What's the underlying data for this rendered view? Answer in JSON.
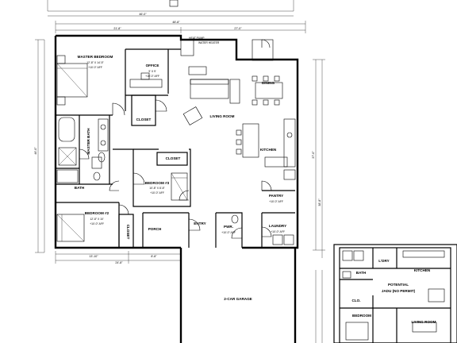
{
  "plan": {
    "rooms": {
      "master_bedroom": {
        "name": "MASTER BEDROOM",
        "size": "12'-8\" X 14'-5\"",
        "ceiling": "+10'-0\" AFF"
      },
      "office": {
        "name": "OFFICE",
        "size": "9' X 9'",
        "ceiling": "+10'-0\" AFF"
      },
      "dining": {
        "name": "DINING"
      },
      "living_room": {
        "name": "LIVING ROOM"
      },
      "closet_office": {
        "name": "CLOSET"
      },
      "master_bath": {
        "name": "MASTER BATH"
      },
      "closet_bed3": {
        "name": "CLOSET"
      },
      "bedroom3": {
        "name": "BEDROOM #3",
        "size": "10'-8\" X 8'-8\"",
        "ceiling": "+10'-0\" AFF"
      },
      "kitchen": {
        "name": "KITCHEN"
      },
      "bath": {
        "name": "BATH"
      },
      "pantry": {
        "name": "PANTRY",
        "ceiling": "+10'-0\" AFF"
      },
      "bedroom2": {
        "name": "BEDROOM #2",
        "size": "12'-8\" X 10'",
        "ceiling": "+10'-0\" AFF"
      },
      "closet_bed2": {
        "name": "CLOSET"
      },
      "porch": {
        "name": "PORCH"
      },
      "entry": {
        "name": "ENTRY"
      },
      "pwr": {
        "name": "PWR.",
        "ceiling": "+10'-0\" AFF"
      },
      "laundry": {
        "name": "LAUNDRY",
        "ceiling": "+10'-0\" AFF"
      },
      "garage": {
        "name": "2-CAR GARAGE"
      }
    },
    "notes": {
      "heat_pump": "HEAT PUMP",
      "water_heater": "WATER HEATER"
    },
    "dimensions": {
      "total_width": "48'-8\"",
      "left_run": "21'-8\"",
      "right_run": "27'-0\"",
      "left_depth": "46'-0\"",
      "right_depth": "37'-0\"",
      "right_depth_2": "38'-8\"",
      "bottom_a": "13'-10\"",
      "bottom_b": "8'-8\"",
      "bottom_c": "24'-8\"",
      "top": "46'-0\""
    },
    "inset": {
      "ldry": "L'DRY",
      "kitchen": "KITCHEN",
      "bath": "BATH",
      "potential": "POTENTIAL",
      "jadu": "JADU (NO PERMIT)",
      "clo": "CLO.",
      "bedroom": "BEDROOM",
      "living": "LIVING ROOM"
    }
  }
}
